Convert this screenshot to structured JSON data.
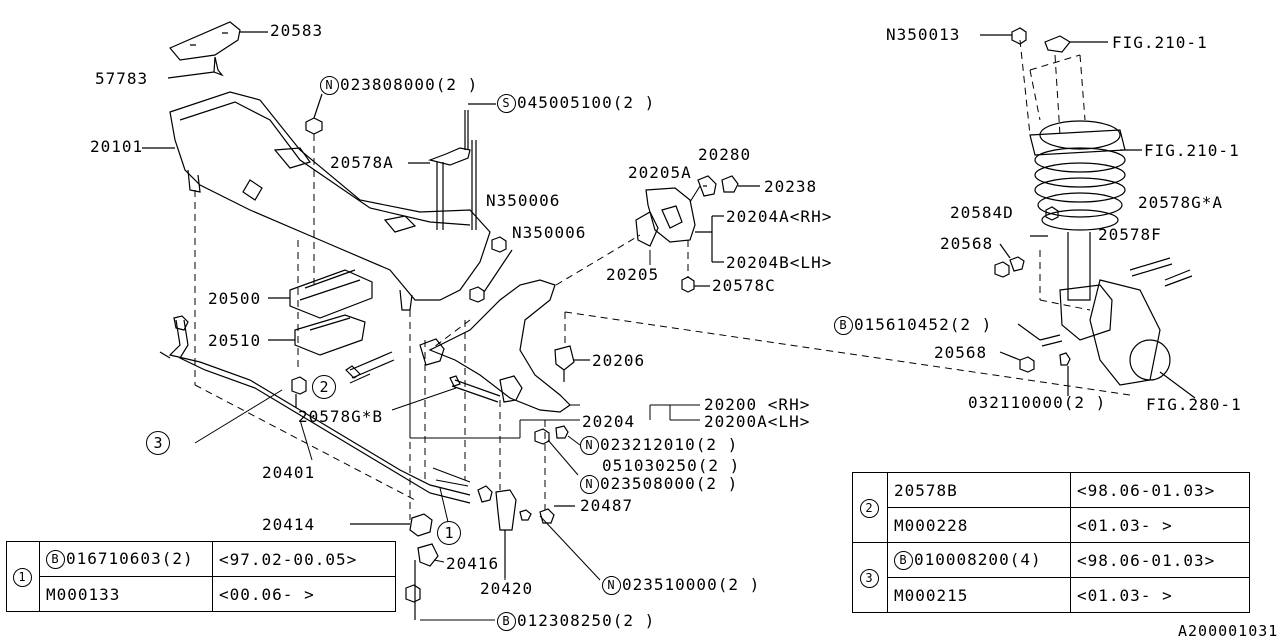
{
  "labels": {
    "p20583": "20583",
    "p57783": "57783",
    "p20101": "20101",
    "n023808000": "023808000(2 )",
    "s045005100": "045005100(2 )",
    "p20578A": "20578A",
    "n350006a": "N350006",
    "n350006b": "N350006",
    "p20500": "20500",
    "p20510": "20510",
    "p20578GB": "20578G*B",
    "p20401": "20401",
    "p20414": "20414",
    "p20416": "20416",
    "p20420": "20420",
    "p20487": "20487",
    "b012308250": "012308250(2 )",
    "n023510000": "023510000(2 )",
    "p20205A": "20205A",
    "p20280": "20280",
    "p20238": "20238",
    "p20204A": "20204A<RH>",
    "p20204B": "20204B<LH>",
    "p20205": "20205",
    "p20578C": "20578C",
    "p20206": "20206",
    "p20200": "20200 <RH>",
    "p20200A": "20200A<LH>",
    "p20204": "20204",
    "n023212010": "023212010(2 )",
    "p051030250": "051030250(2 )",
    "n023508000": "023508000(2 )",
    "n350013": "N350013",
    "fig210a": "FIG.210-1",
    "fig210b": "FIG.210-1",
    "p20584D": "20584D",
    "p20578GA": "20578G*A",
    "p20568a": "20568",
    "p20578F": "20578F",
    "b015610452": "015610452(2 )",
    "p20568b": "20568",
    "p032110000": "032110000(2 )",
    "fig280": "FIG.280-1",
    "callout1": "1",
    "callout2": "2",
    "callout3": "3",
    "callout1b": "1",
    "prefixN": "N",
    "prefixS": "S",
    "prefixB": "B",
    "diagram_code": "A200001031"
  },
  "table1": {
    "num": "1",
    "row1_part": "016710603(2)",
    "row1_date": "<97.02-00.05>",
    "row2_part": "M000133",
    "row2_date": "<00.06-    >"
  },
  "table2": {
    "num2": "2",
    "r1_part": "20578B",
    "r1_date": "<98.06-01.03>",
    "r2_part": "M000228",
    "r2_date": "<01.03-    >",
    "num3": "3",
    "r3_part": "010008200(4)",
    "r3_date": "<98.06-01.03>",
    "r4_part": "M000215",
    "r4_date": "<01.03-    >"
  }
}
